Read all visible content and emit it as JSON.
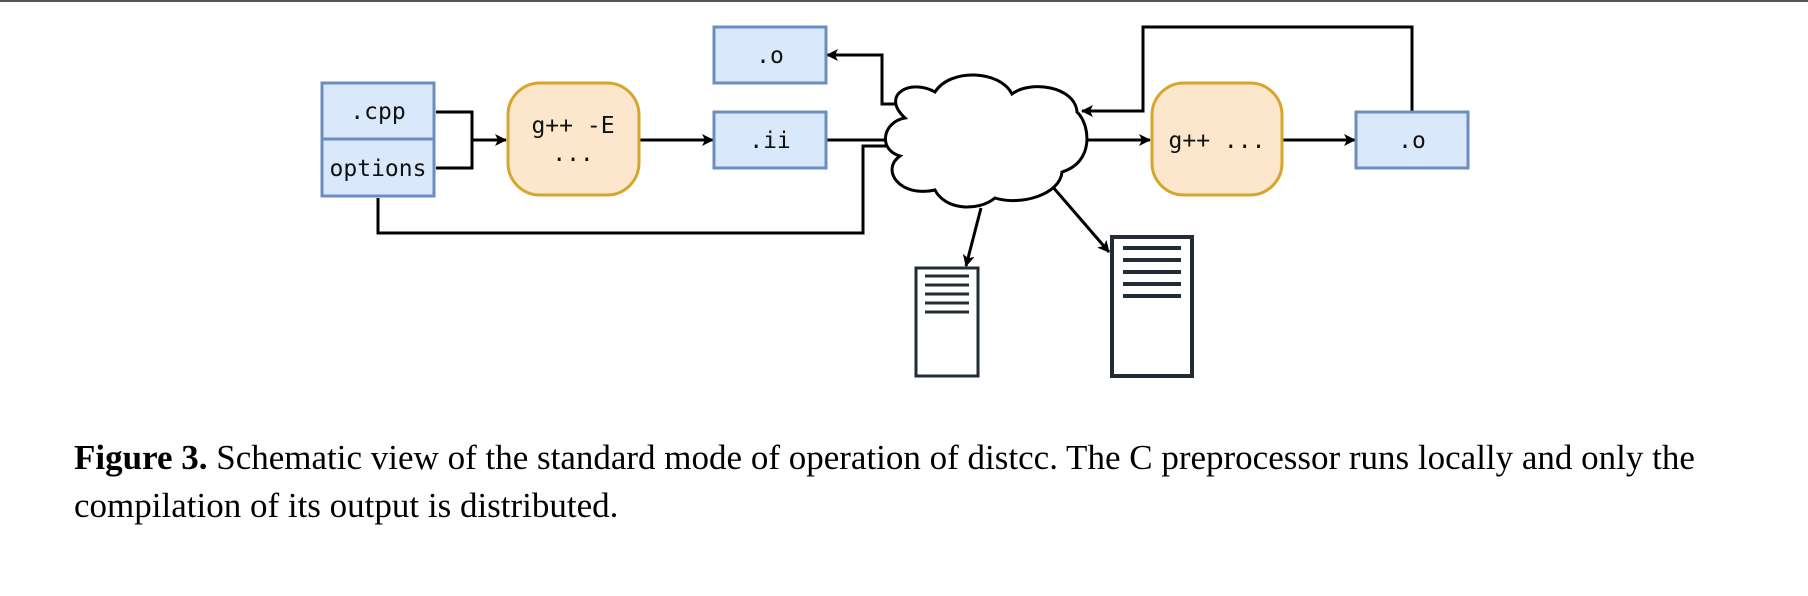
{
  "diagram": {
    "nodes": {
      "cpp": ".cpp",
      "options": "options",
      "preprocessor_line1": "g++ -E",
      "preprocessor_line2": "...",
      "ii": ".ii",
      "local_obj": ".o",
      "compiler": "g++ ...",
      "remote_obj": ".o"
    },
    "icons": {
      "network": "cloud-icon",
      "server_small": "server-icon",
      "server_large": "server-icon"
    },
    "colors": {
      "file_fill": "#dae8fc",
      "file_stroke": "#6c8ebf",
      "process_fill": "#fce6cc",
      "process_stroke": "#d6a52e",
      "line": "#000000",
      "server_stroke": "#222b36"
    }
  },
  "caption": {
    "label": "Figure 3.",
    "text": "Schematic view of the standard mode of operation of distcc. The C preprocessor runs locally and only the compilation of its output is distributed."
  }
}
